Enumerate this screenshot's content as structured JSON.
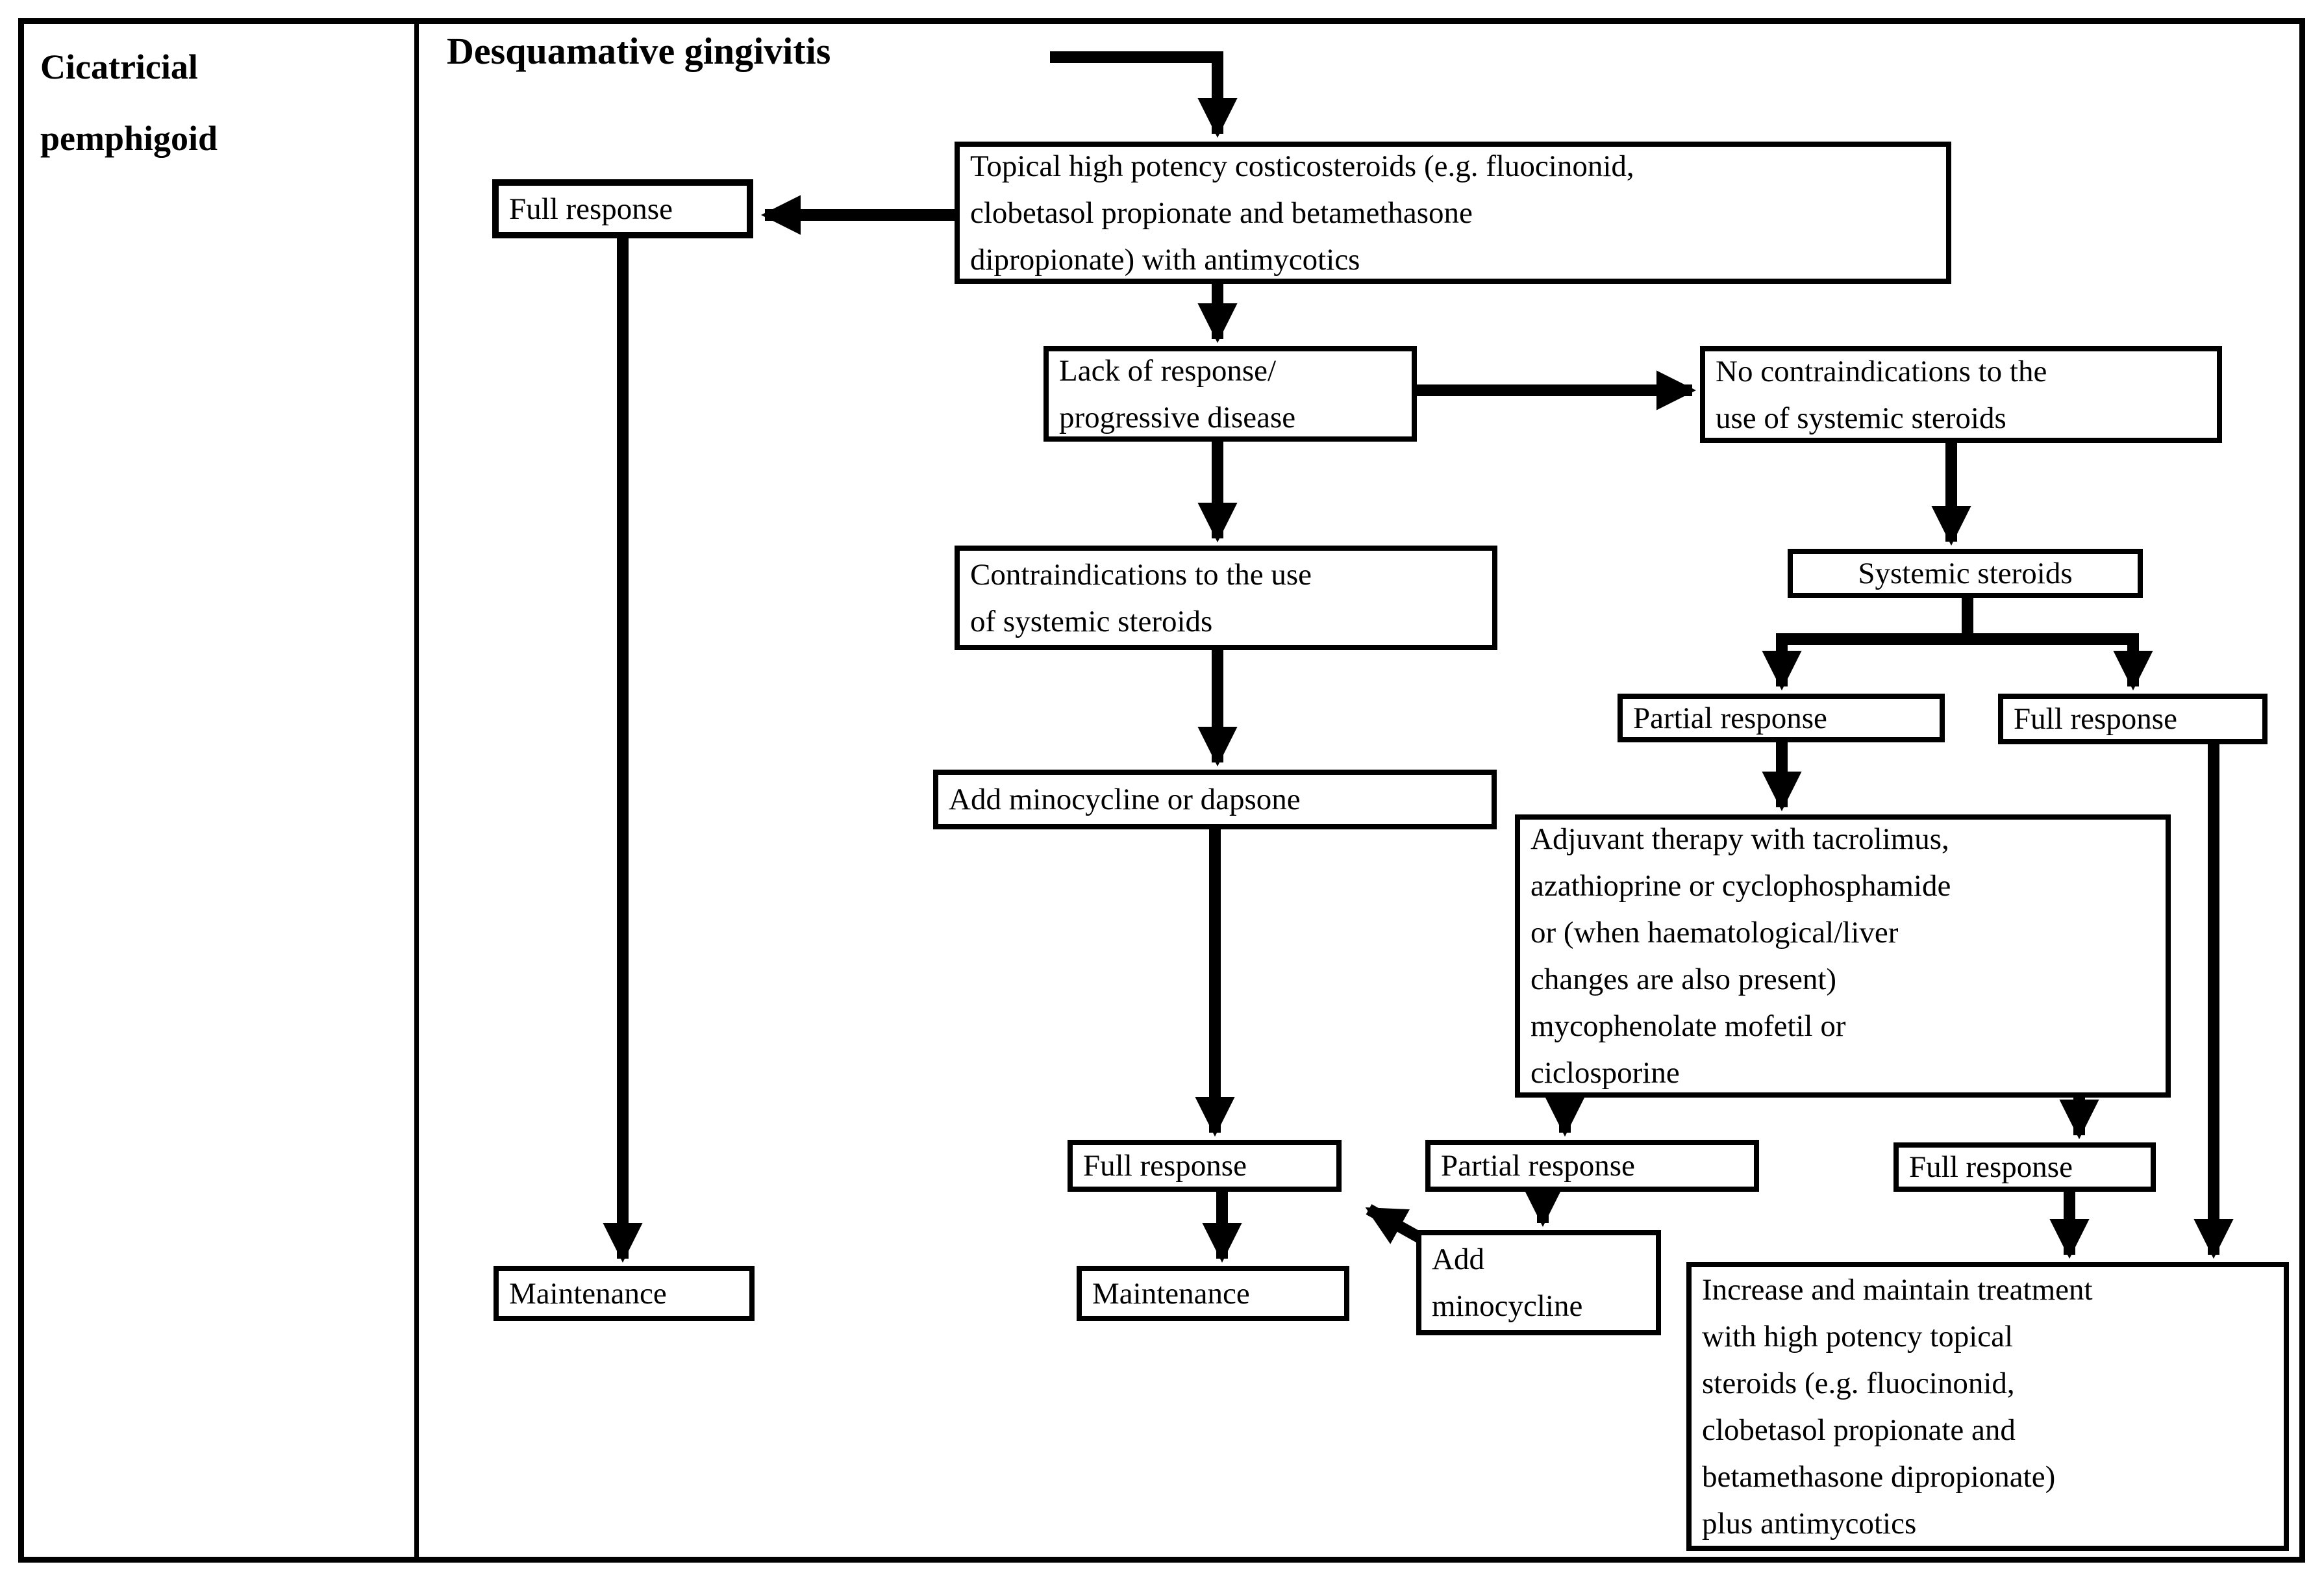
{
  "figure": {
    "row_label": "Cicatricial\npemphigoid",
    "title": "Desquamative gingivitis"
  },
  "colors": {
    "ink": "#000000",
    "background": "#ffffff"
  },
  "boxes": {
    "topical": "Topical high potency costicosteroids (e.g. fluocinonid,\nclobetasol propionate and betamethasone\ndipropionate) with antimycotics",
    "full_response_left": "Full response",
    "lack": "Lack of response/\nprogressive disease",
    "no_contra": "No contraindications to the\nuse of systemic steroids",
    "contra": "Contraindications to the use\nof systemic steroids",
    "systemic": "Systemic steroids",
    "partial_top": "Partial response",
    "full_top_right": "Full response",
    "add_mino_dapsone": "Add minocycline or dapsone",
    "adjuvant": "Adjuvant therapy with tacrolimus,\nazathioprine or cyclophosphamide\nor (when haematological/liver\nchanges are also present)\nmycophenolate mofetil or\nciclosporine",
    "full_mid": "Full response",
    "partial_bottom": "Partial response",
    "full_bottom_right": "Full response",
    "maintenance_left": "Maintenance",
    "maintenance_mid": "Maintenance",
    "add_minocycline": "Add\nminocycline",
    "increase": "Increase and maintain treatment\nwith high potency topical\nsteroids (e.g. fluocinonid,\nclobetasol propionate and\nbetamethasone dipropionate)\nplus antimycotics"
  }
}
